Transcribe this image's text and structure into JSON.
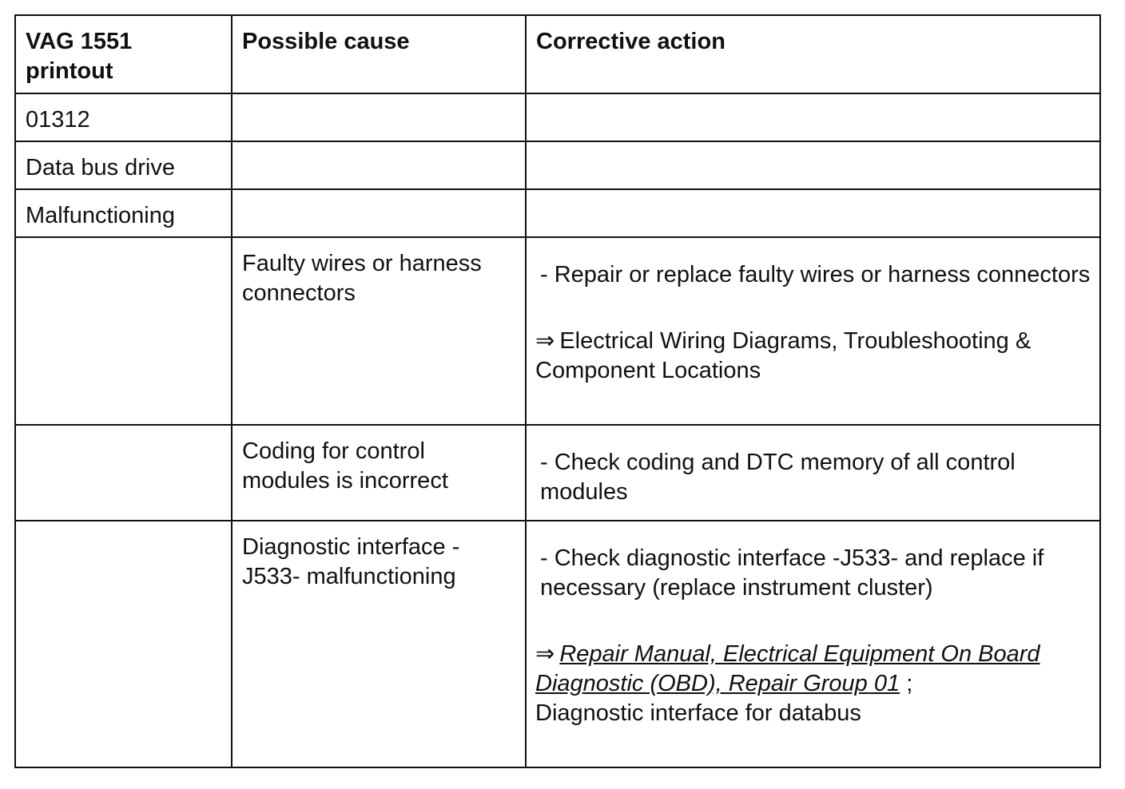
{
  "table": {
    "headers": {
      "printout": "VAG 1551 printout",
      "cause": "Possible cause",
      "action": "Corrective action"
    },
    "code_rows": [
      "01312",
      "Data bus drive",
      "Malfunctioning"
    ],
    "rows": [
      {
        "cause": "Faulty wires or harness connectors",
        "action": "- Repair or replace faulty wires or harness connectors",
        "ref_arrow": "⇒",
        "ref_text": "Electrical Wiring Diagrams, Troubleshooting & Component Locations"
      },
      {
        "cause": "Coding for control modules is incorrect",
        "action": "- Check coding and DTC memory of all control modules"
      },
      {
        "cause": "Diagnostic interface -J533- malfunctioning",
        "action": "- Check diagnostic interface -J533- and replace if necessary (replace instrument cluster)",
        "ref_arrow": "⇒",
        "ref_link": "Repair Manual, Electrical Equipment On Board Diagnostic (OBD), Repair Group 01",
        "ref_suffix": " ;",
        "ref_tail": "Diagnostic interface for databus"
      }
    ]
  }
}
